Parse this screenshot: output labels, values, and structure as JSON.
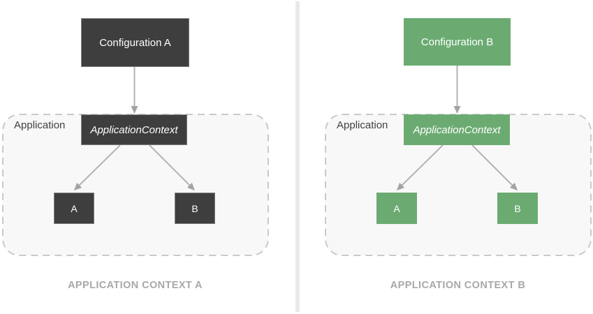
{
  "panels": [
    {
      "config_label": "Configuration A",
      "context_label": "ApplicationContext",
      "boundary_label": "Application",
      "beans": [
        "A",
        "B"
      ],
      "caption": "APPLICATION CONTEXT A",
      "accent_color": "#3f3e3e"
    },
    {
      "config_label": "Configuration B",
      "context_label": "ApplicationContext",
      "boundary_label": "Application",
      "beans": [
        "A",
        "B"
      ],
      "caption": "APPLICATION CONTEXT B",
      "accent_color": "#6bab72"
    }
  ],
  "colors": {
    "dark_box": "#3f3e3e",
    "green_box": "#6bab72",
    "box_text": "#ffffff",
    "arrow_line": "#b3b3b3",
    "arrow_head": "#a3a3a3",
    "boundary_border": "#c9c9c9",
    "boundary_fill": "#f9f8f8",
    "boundary_label_text": "#3f3f3f",
    "caption_text": "#a8a8a8",
    "divider": "#e9e9e9"
  }
}
